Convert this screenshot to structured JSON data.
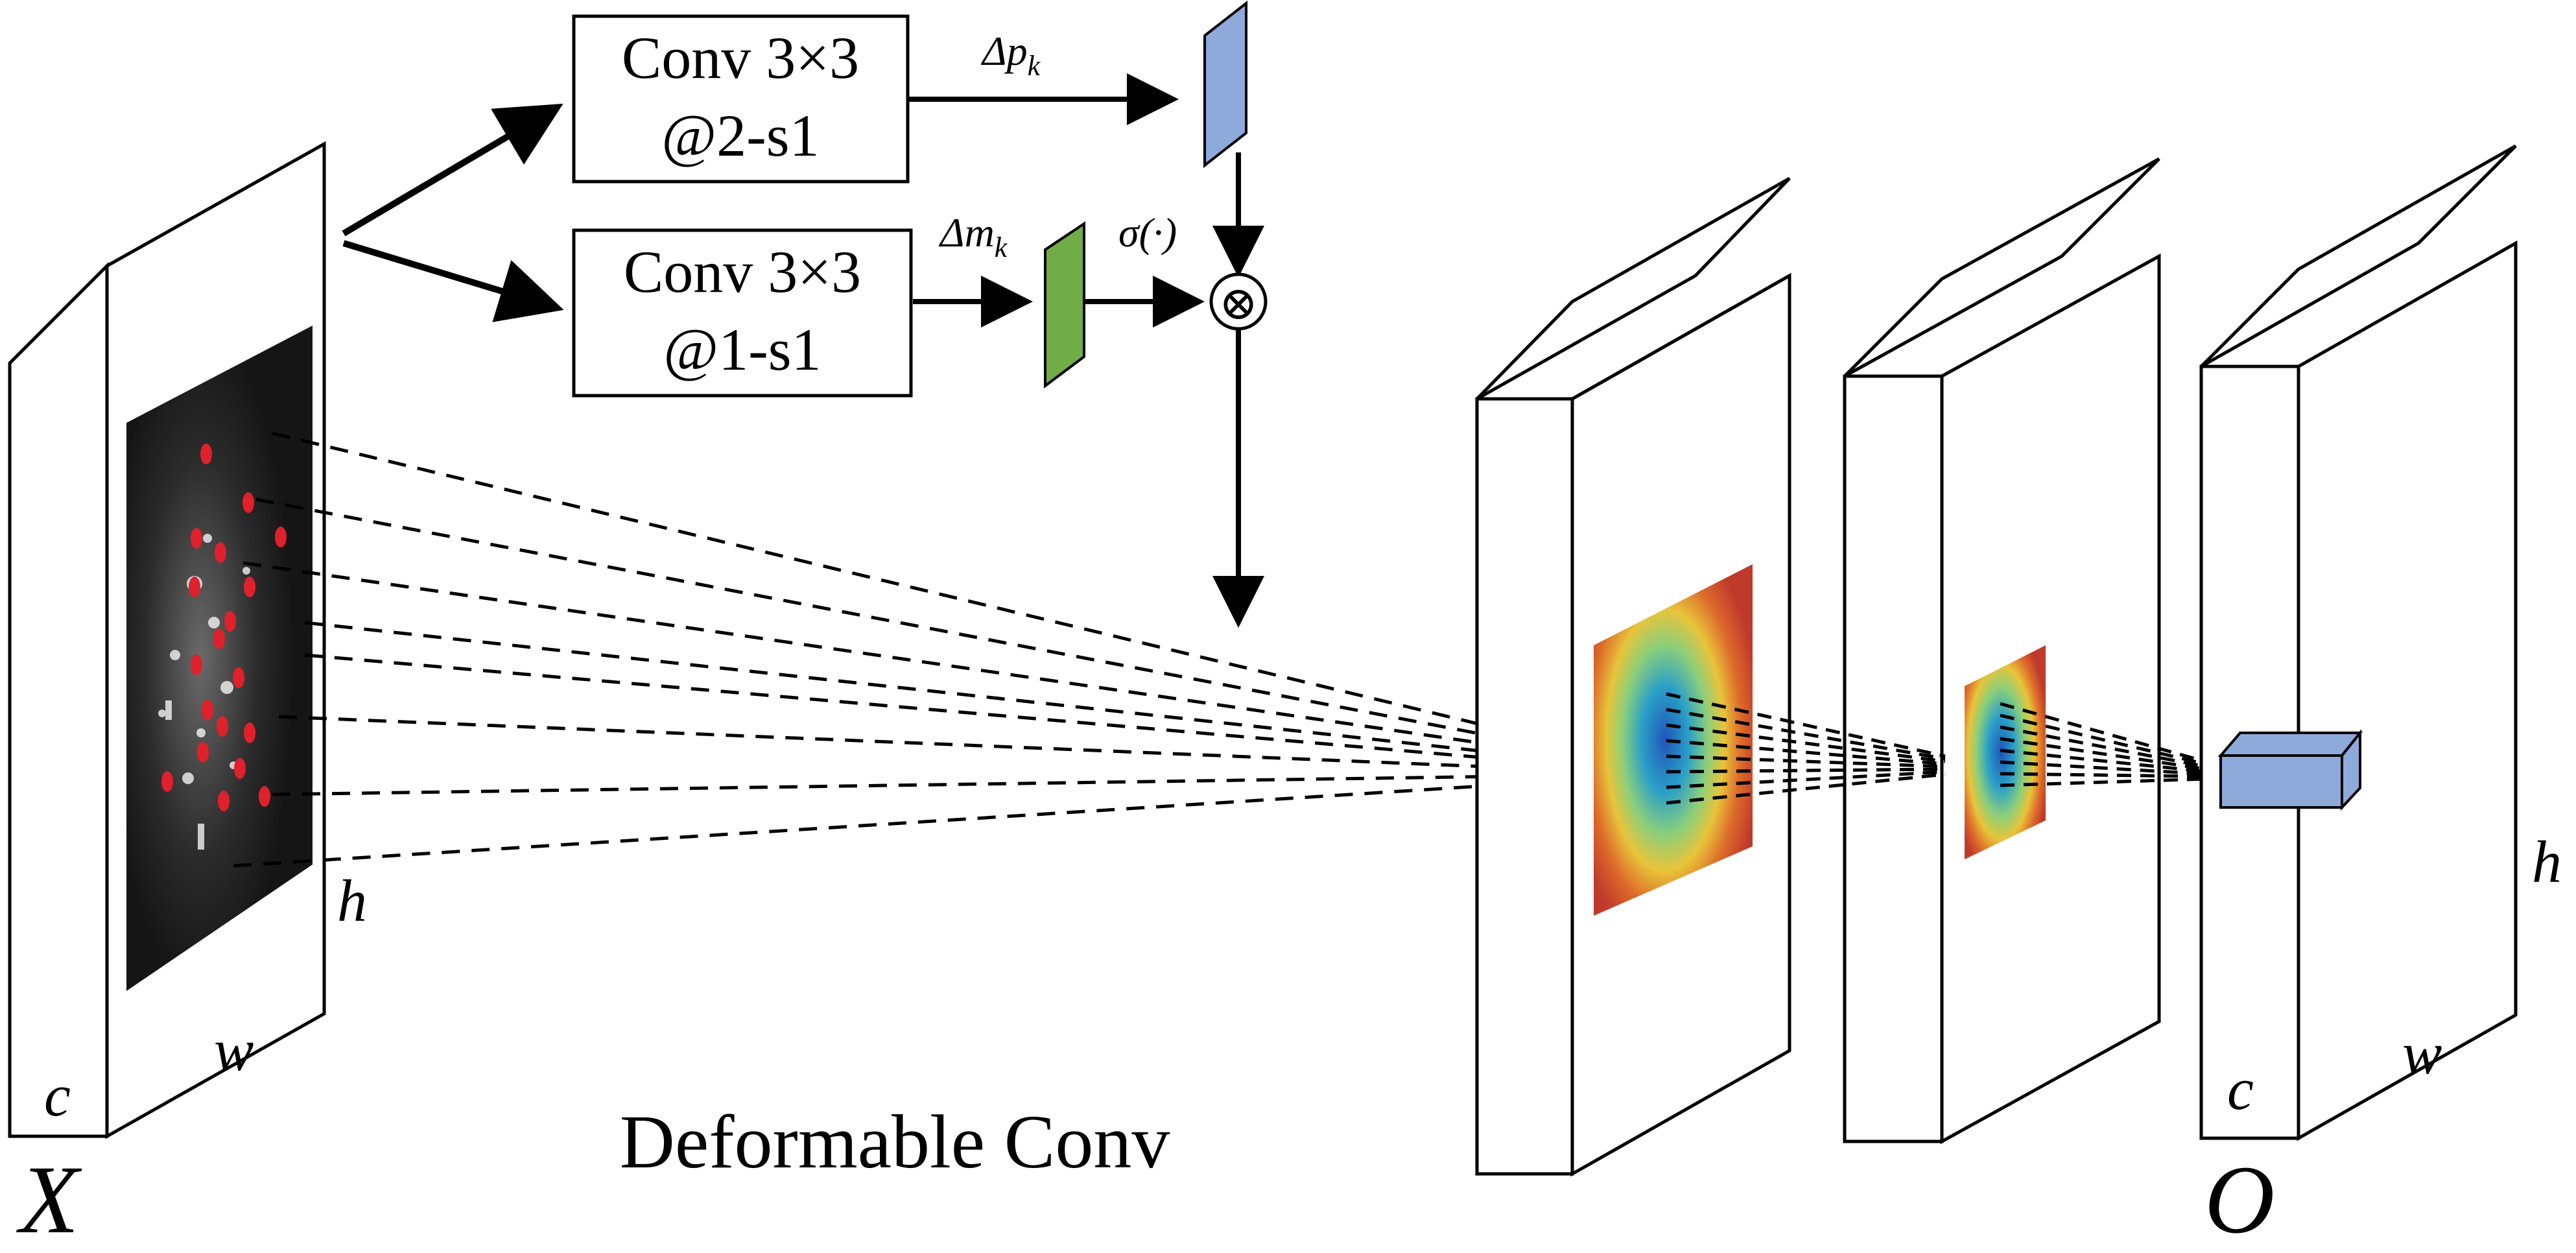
{
  "diagram": {
    "input_tensor": {
      "label": "X",
      "dims": {
        "channels": "c",
        "width": "w",
        "height": "h"
      }
    },
    "output_tensor": {
      "label": "O",
      "dims": {
        "channels": "c",
        "width": "w",
        "height": "h"
      }
    },
    "offset_branch": {
      "conv": {
        "line1": "Conv 3×3",
        "line2": "@2-s1"
      },
      "output_label": "Δp_k",
      "output_color": "#8eaadb"
    },
    "modulation_branch": {
      "conv": {
        "line1": "Conv 3×3",
        "line2": "@1-s1"
      },
      "output_label": "Δm_k",
      "activation_label": "σ(·)",
      "output_color": "#70ad47"
    },
    "combine_symbol": "⊗",
    "caption": "Deformable Conv",
    "sampling_point_color": "#e0202a",
    "output_cube_color": "#8eaadb"
  }
}
